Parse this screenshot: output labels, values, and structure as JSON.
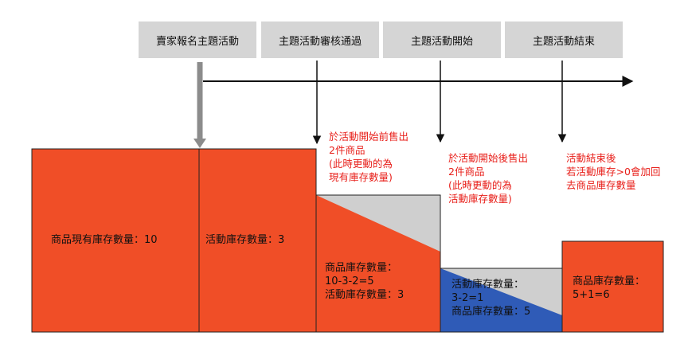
{
  "colors": {
    "stage_fill": "#d5d5d5",
    "orange": "#f04e27",
    "blue": "#2f5bb7",
    "note_red": "#e8201b",
    "gray_arrow": "#8c8c8c"
  },
  "timeline": {
    "stages": [
      "賣家報名主題活動",
      "主題活動審核通過",
      "主題活動開始",
      "主題活動結束"
    ]
  },
  "blocks": {
    "inventory_now": "商品現有庫存數量：10",
    "activity_stock": "活動庫存數量：3",
    "after_presale": {
      "line1": "商品庫存數量：",
      "line2": "10-3-2=5",
      "line3": "活動庫存數量：3"
    },
    "after_start": {
      "line1": "活動庫存數量：",
      "line2": "3-2=1",
      "line3": "商品庫存數量：5"
    },
    "after_end": {
      "line1": "商品庫存數量：",
      "line2": "5+1=6"
    }
  },
  "notes": {
    "before_start": [
      "於活動開始前售出",
      "2件商品",
      "(此時更動的為",
      "現有庫存數量)"
    ],
    "after_start": [
      "於活動開始後售出",
      "2件商品",
      "(此時更動的為",
      "活動庫存數量)"
    ],
    "after_end": [
      "活動結束後",
      "若活動庫存>0會加回",
      "去商品庫存數量"
    ]
  }
}
